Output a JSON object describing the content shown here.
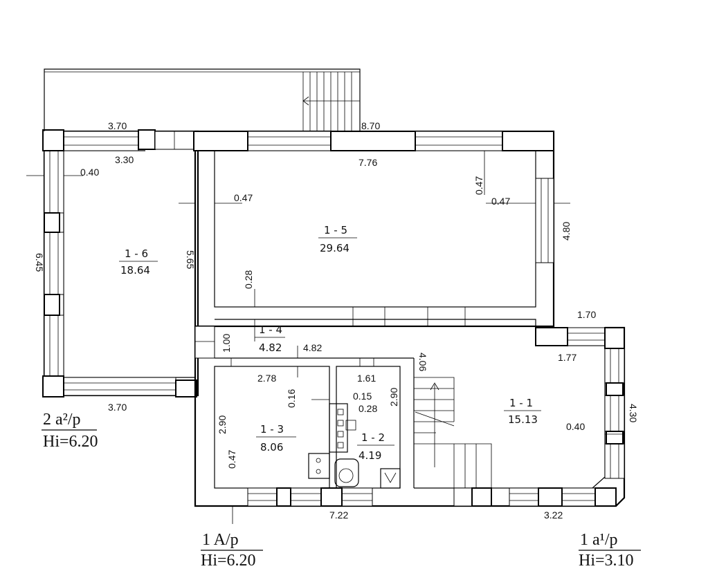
{
  "dimensions": {
    "top_left_width": "3.70",
    "inner_left_width": "3.30",
    "top_right_width": "8.70",
    "hall_inner_width": "7.76",
    "wall_040_left": "0.40",
    "wall_047_a": "0.47",
    "wall_047_b": "0.47",
    "wall_047_v": "0.47",
    "hall_height": "4.80",
    "left_height_outer": "6.45",
    "left_height_inner": "5.65",
    "wall_028": "0.28",
    "dim_170": "1.70",
    "dim_100": "1.00",
    "dim_482": "4.82",
    "dim_177": "1.77",
    "dim_406": "4.06",
    "dim_278": "2.78",
    "dim_016": "0.16",
    "dim_161": "1.61",
    "dim_015": "0.15",
    "dim_290_a": "2.90",
    "dim_028_b": "0.28",
    "dim_370_b": "3.70",
    "dim_290_b": "2.90",
    "dim_047_low": "0.47",
    "dim_040_right": "0.40",
    "dim_430": "4.30",
    "dim_722": "7.22",
    "dim_322": "3.22"
  },
  "rooms": [
    {
      "id": "1 - 6",
      "area": "18.64"
    },
    {
      "id": "1 - 5",
      "area": "29.64"
    },
    {
      "id": "1 - 4",
      "area": "4.82"
    },
    {
      "id": "1 - 1",
      "area": "15.13"
    },
    {
      "id": "1 - 3",
      "area": "8.06"
    },
    {
      "id": "1 - 2",
      "area": "4.19"
    }
  ],
  "labels": {
    "left_code": "2 a²/p",
    "left_height": "Hi=6.20",
    "bottom_code": "1 A/p",
    "bottom_height": "Hi=6.20",
    "right_code": "1 a¹/p",
    "right_height": "Hi=3.10"
  }
}
